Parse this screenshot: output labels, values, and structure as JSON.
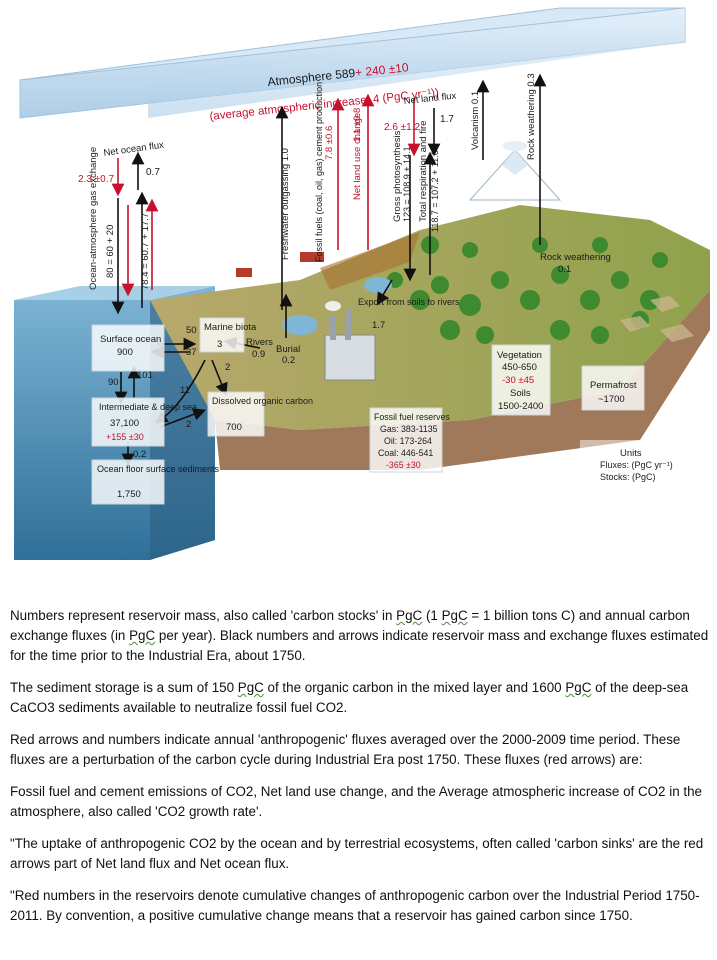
{
  "atmosphere": {
    "label": "Atmosphere 589",
    "increase": "+ 240 ±10",
    "avg_increase": "(average atmospheric increase: 4 (PgC yr⁻¹))"
  },
  "net_ocean_flux": {
    "label": "Net ocean flux",
    "black": "0.7",
    "red": "2.3 ±0.7"
  },
  "ocean_atmosphere": {
    "label": "Ocean-atmosphere gas exchange",
    "down": "80 = 60 + 20",
    "up": "78.4 = 60.7 + 17.7"
  },
  "freshwater_outgassing": "Freshwater outgassing 1.0",
  "fossil_fuels": {
    "label": "Fossil fuels (coal, oil, gas) cement production",
    "value": "7.8 ±0.6"
  },
  "net_land_use": {
    "label": "Net land use change",
    "value": "1.1 ±0.8"
  },
  "net_land_flux": {
    "label": "Net land flux",
    "black": "1.7",
    "red": "2.6 ±1.2"
  },
  "gross_photosynthesis": {
    "label": "Gross photosynthesis",
    "value": "123 = 108.9 + 14.1"
  },
  "total_respiration": {
    "label": "Total respiration and fire",
    "value": "118.7 = 107.2 + 11.6"
  },
  "volcanism": "Volcanism 0.1",
  "rock_weathering_top": "Rock weathering 0.3",
  "rock_weathering_side": {
    "label": "Rock weathering",
    "value": "0.1"
  },
  "export_rivers": {
    "label": "Export from soils to rivers",
    "value": "1.7"
  },
  "rivers": {
    "label": "Rivers",
    "value": "0.9"
  },
  "burial": {
    "label": "Burial",
    "value": "0.2"
  },
  "marine_biota": {
    "label": "Marine biota",
    "value": "3",
    "flux_in": "50",
    "flux_out": "37"
  },
  "surface_ocean": {
    "label": "Surface ocean",
    "value": "900",
    "down": "90",
    "up": "101"
  },
  "intermediate": {
    "label": "Intermediate & deep sea",
    "value": "37,100",
    "red": "+155 ±30",
    "f11": "11",
    "f2a": "2",
    "f2b": "2"
  },
  "dissolved": {
    "label": "Dissolved organic carbon",
    "value": "700"
  },
  "ocean_floor": {
    "label": "Ocean floor surface sediments",
    "value": "1,750",
    "flux": "0.2"
  },
  "fossil_reserves": {
    "label": "Fossil fuel reserves",
    "gas": "Gas: 383-1135",
    "oil": "Oil: 173-264",
    "coal": "Coal: 446-541",
    "red": "-365 ±30"
  },
  "vegetation": {
    "label": "Vegetation",
    "value": "450-650",
    "red": "-30 ±45",
    "soils_label": "Soils",
    "soils_value": "1500-2400"
  },
  "permafrost": {
    "label": "Permafrost",
    "value": "~1700"
  },
  "units": {
    "label": "Units",
    "fluxes": "Fluxes: (PgC yr⁻¹)",
    "stocks": "Stocks: (PgC)"
  },
  "caption": {
    "p1a": "Numbers represent reservoir mass, also called 'carbon stocks' in ",
    "p1b": "PgC",
    "p1c": " (1 ",
    "p1d": "PgC",
    "p1e": " = 1 billion tons C) and annual carbon exchange fluxes (in ",
    "p1f": "PgC",
    "p1g": " per year). Black numbers and arrows indicate reservoir mass and exchange fluxes estimated for the time prior to the Industrial Era, about 1750.",
    "p2a": "The sediment storage is a sum of 150  ",
    "p2b": "PgC",
    "p2c": " of the organic carbon in the mixed layer and 1600  ",
    "p2d": "PgC",
    "p2e": " of the deep-sea CaCO3 sediments available to neutralize fossil fuel CO2.",
    "p3": "Red arrows and numbers indicate annual 'anthropogenic' fluxes averaged over the 2000-2009 time period. These fluxes are a perturbation of the carbon cycle during Industrial Era post 1750.  These fluxes (red arrows) are:",
    "p4": "Fossil fuel and cement emissions of CO2, Net land use change, and the Average atmospheric increase of CO2 in the atmosphere, also called 'CO2 growth rate'.",
    "p5": "\"The uptake of anthropogenic CO2 by the ocean and by terrestrial ecosystems, often called 'carbon sinks' are the red arrows part of Net land flux and Net ocean flux.",
    "p6": "\"Red numbers in the reservoirs denote cumulative changes of anthropogenic carbon over the Industrial Period 1750-2011.  By convention, a positive cumulative change means that a reservoir has gained carbon since 1750."
  }
}
